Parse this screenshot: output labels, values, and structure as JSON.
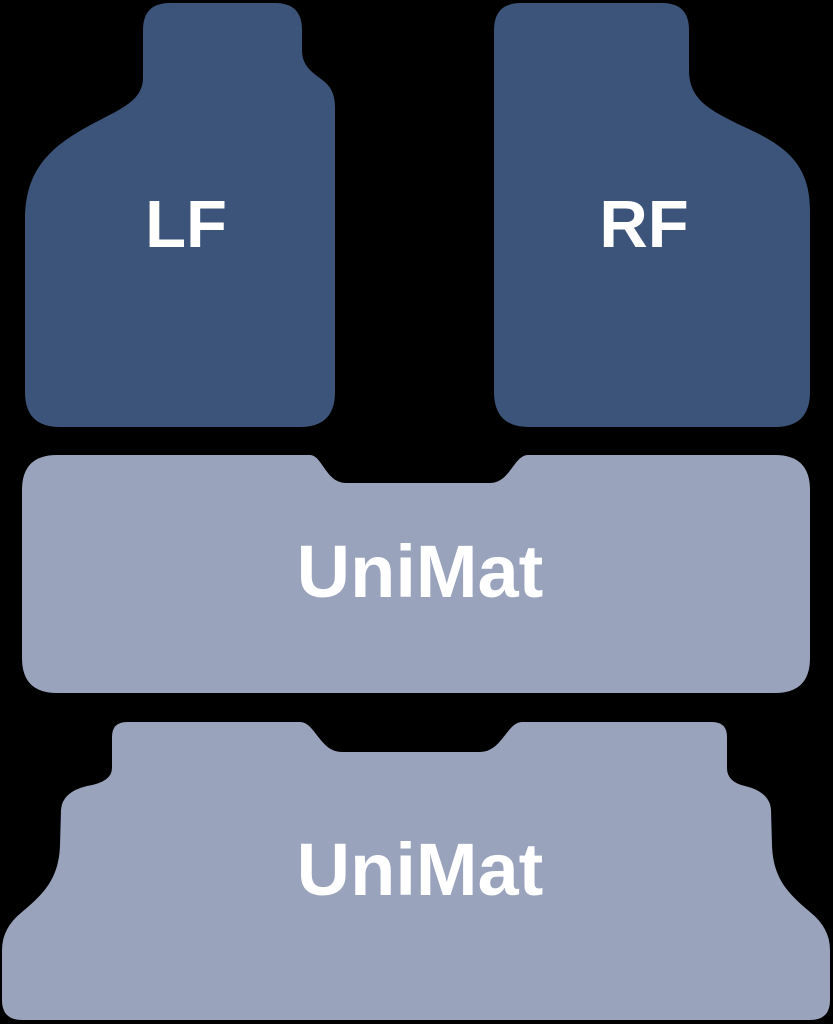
{
  "background_color": "#000000",
  "colors": {
    "front_mat": "#3D547A",
    "uni_mat": "#9AA3BC",
    "label": "#FFFFFF"
  },
  "mats": {
    "left_front": {
      "label": "LF"
    },
    "right_front": {
      "label": "RF"
    },
    "middle_uni": {
      "label": "UniMat"
    },
    "rear_uni": {
      "label": "UniMat"
    }
  }
}
